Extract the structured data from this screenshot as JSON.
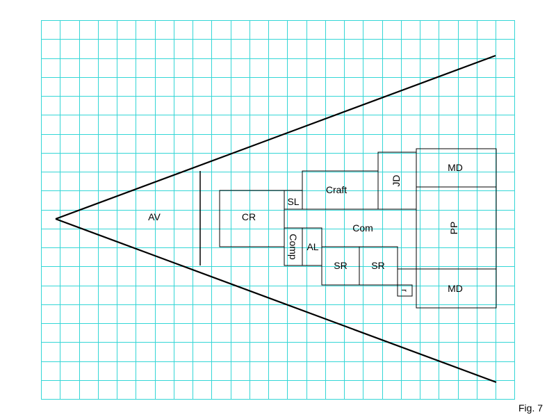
{
  "colors": {
    "grid": "#33d6d6",
    "ink": "#000000",
    "background": "#ffffff"
  },
  "figure_caption": "Fig. 7",
  "regions": {
    "av": "AV",
    "cr": "CR",
    "sl": "SL",
    "craft": "Craft",
    "jd": "JD",
    "md_top": "MD",
    "com": "Com",
    "pp": "PP",
    "comp": "Comp",
    "al": "AL",
    "sr_left": "SR",
    "sr_right": "SR",
    "r": "r",
    "md_bottom": "MD"
  }
}
